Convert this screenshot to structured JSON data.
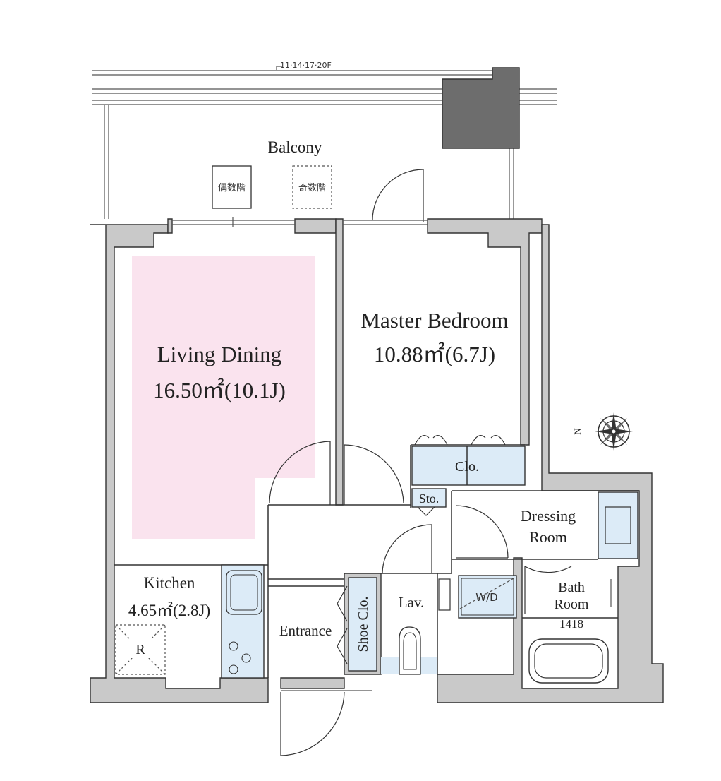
{
  "floors_note": "11·14·17·20F",
  "rooms": {
    "balcony": "Balcony",
    "living_name": "Living Dining",
    "living_area": "16.50㎡(10.1J)",
    "bedroom_name": "Master Bedroom",
    "bedroom_area": "10.88㎡(6.7J)",
    "closet": "Clo.",
    "storage": "Sto.",
    "dressing_line1": "Dressing",
    "dressing_line2": "Room",
    "bath_line1": "Bath",
    "bath_line2": "Room",
    "bath_size": "1418",
    "kitchen_name": "Kitchen",
    "kitchen_area": "4.65㎡(2.8J)",
    "entrance": "Entrance",
    "shoe_closet": "Shoe Clo.",
    "lavatory": "Lav.",
    "washer": "W/D",
    "fridge": "R"
  },
  "balcony_units": {
    "even_floor": "偶数階",
    "odd_floor": "奇数階"
  },
  "compass_label": "N",
  "colors": {
    "living_highlight": "#fae3ee",
    "fixture_blue": "#dcebf7",
    "wall_gray": "#c9c9c9",
    "column_dark": "#6d6d6d"
  }
}
